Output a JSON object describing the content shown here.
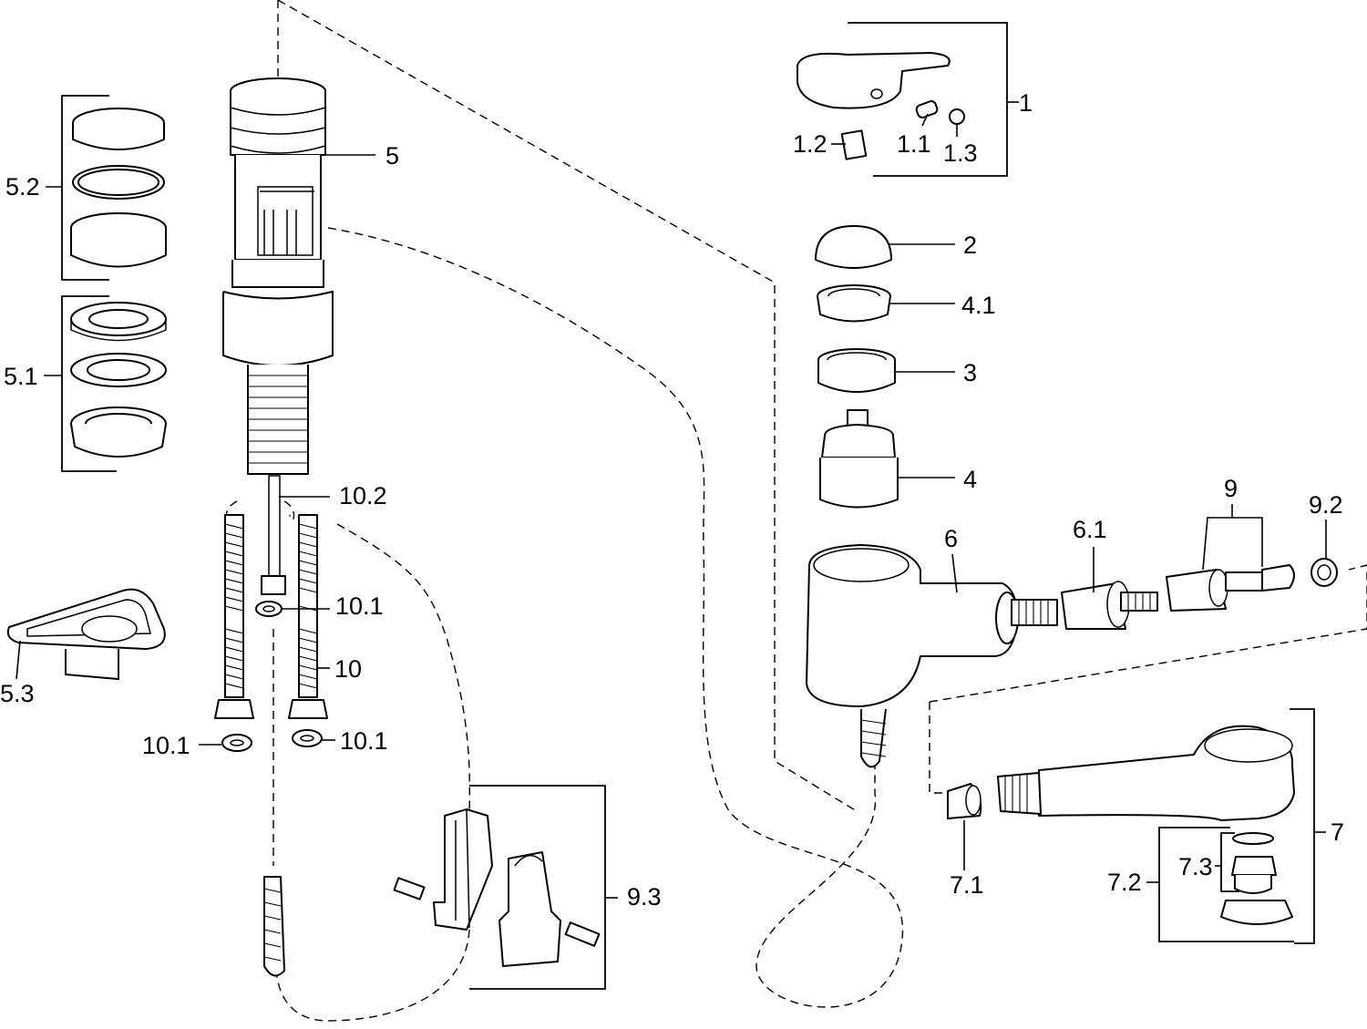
{
  "diagram": {
    "labels": {
      "p1": "1",
      "p1_1": "1.1",
      "p1_2": "1.2",
      "p1_3": "1.3",
      "p2": "2",
      "p3": "3",
      "p4": "4",
      "p4_1": "4.1",
      "p5": "5",
      "p5_1": "5.1",
      "p5_2": "5.2",
      "p5_3": "5.3",
      "p6": "6",
      "p6_1": "6.1",
      "p7": "7",
      "p7_1": "7.1",
      "p7_2": "7.2",
      "p7_3": "7.3",
      "p9": "9",
      "p9_2": "9.2",
      "p9_3": "9.3",
      "p10": "10",
      "p10_1_a": "10.1",
      "p10_1_b": "10.1",
      "p10_1_c": "10.1",
      "p10_2": "10.2"
    }
  }
}
